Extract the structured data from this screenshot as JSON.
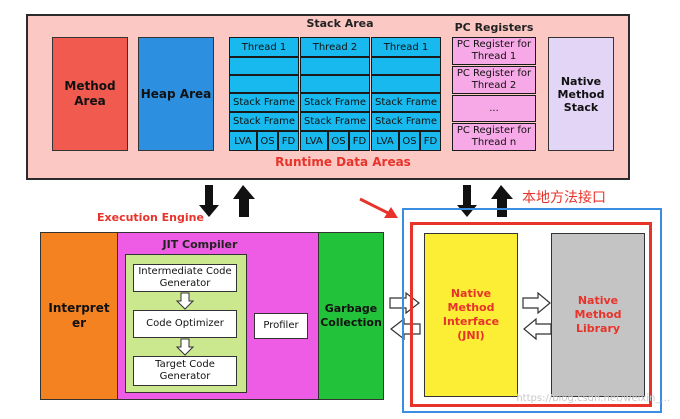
{
  "runtime_data_areas": {
    "title": "Runtime Data Areas",
    "method_area": "Method Area",
    "heap_area": "Heap Area",
    "stack_area": {
      "title": "Stack Area",
      "threads": [
        "Thread 1",
        "Thread 2",
        "Thread 1"
      ],
      "stack_frame": "Stack Frame",
      "frame_parts": [
        "LVA",
        "OS",
        "FD"
      ]
    },
    "pc_registers": {
      "title": "PC Registers",
      "items": [
        "PC Register for Thread 1",
        "PC Register for Thread 2",
        "...",
        "PC Register for Thread n"
      ]
    },
    "native_method_stack": "Native Method Stack"
  },
  "execution_engine": {
    "title": "Execution Engine",
    "interpreter": "Interpreter",
    "jit_compiler": {
      "title": "JIT Compiler",
      "intermediate": "Intermediate Code Generator",
      "optimizer": "Code Optimizer",
      "target": "Target Code Generator",
      "profiler": "Profiler"
    },
    "garbage_collection": "Garbage Collection"
  },
  "native": {
    "label": "本地方法接口",
    "jni": "Native Method Interface (JNI)",
    "library": "Native Method Library"
  },
  "watermark": "https://blog.csdn.net/weixin_..."
}
